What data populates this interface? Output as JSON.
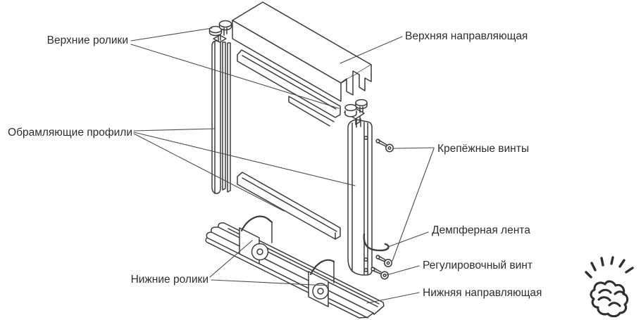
{
  "diagram": {
    "kind": "exploded-view-assembly-diagram",
    "labels": {
      "upper_rollers": "Верхние ролики",
      "upper_guide": "Верхняя направляющая",
      "framing_profiles": "Обрамляющие профили",
      "fastening_screws": "Крепёжные винты",
      "damper_tape": "Демпферная лента",
      "adjustment_screw": "Регулировочный винт",
      "lower_rollers": "Нижние ролики",
      "lower_guide": "Нижняя направляющая"
    },
    "icons": {
      "attention": "snapping-fingers-icon"
    },
    "colors": {
      "line": "#3c3c3c",
      "leader": "#4a4a4a",
      "text": "#2d2d2d",
      "background": "#ffffff"
    }
  }
}
